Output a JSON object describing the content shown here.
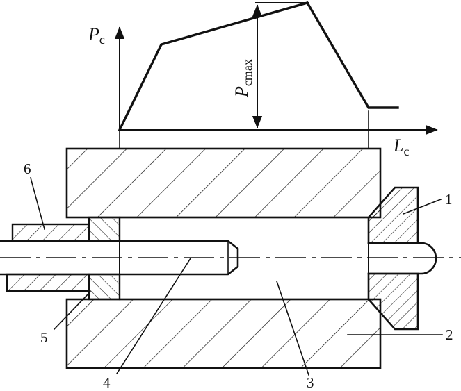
{
  "labels": {
    "part_1": "1",
    "part_2": "2",
    "part_3": "3",
    "part_4": "4",
    "part_5": "5",
    "part_6": "6"
  },
  "axes": {
    "y_symbol": "P",
    "y_subscript": "c",
    "x_symbol": "L",
    "x_subscript": "c"
  },
  "peak_label": {
    "symbol": "P",
    "subscript": "cmax"
  },
  "colors": {
    "ink": "#111111",
    "background": "#ffffff"
  }
}
